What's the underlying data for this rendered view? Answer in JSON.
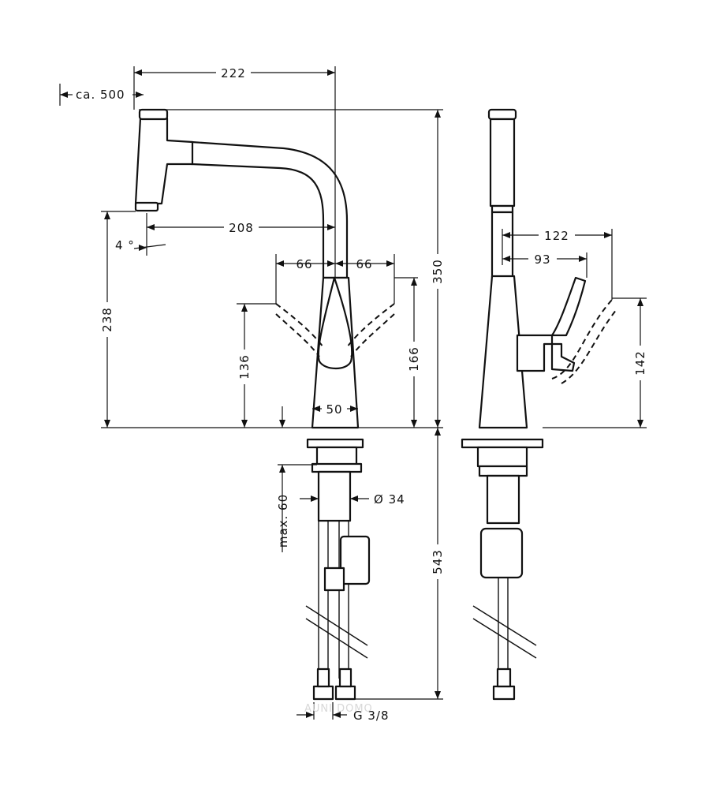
{
  "labels": {
    "reach_total": "222",
    "hose_length": "ca. 500",
    "spout_reach": "208",
    "spray_angle": "4 °",
    "handle_left": "66",
    "handle_right": "66",
    "total_height": "350",
    "spout_height": "238",
    "handle_height_left": "136",
    "handle_height_right": "166",
    "base_width": "50",
    "max_deck": "max. 60",
    "shank_diameter": "Ø 34",
    "below_deck": "543",
    "connection": "G 3/8",
    "side_handle_reach": "122",
    "side_handle_inner": "93",
    "side_handle_height": "142"
  },
  "watermark": "AUNI DOMO"
}
